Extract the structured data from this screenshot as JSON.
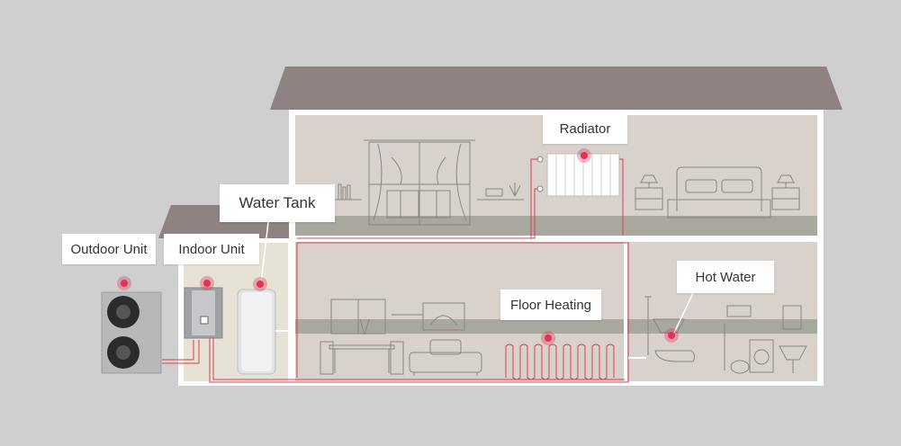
{
  "labels": {
    "outdoor_unit": "Outdoor Unit",
    "indoor_unit": "Indoor Unit",
    "water_tank": "Water Tank",
    "radiator": "Radiator",
    "floor_heating": "Floor Heating",
    "hot_water": "Hot Water"
  },
  "colors": {
    "background": "#cfcfcf",
    "roof": "#8f8283",
    "wall": "#ffffff",
    "room_fill": "#d9d2cc",
    "floor_band": "#a9a89e",
    "pipe_red": "#d8404c",
    "marker": "#e0335a",
    "line_art": "#8a8580"
  }
}
